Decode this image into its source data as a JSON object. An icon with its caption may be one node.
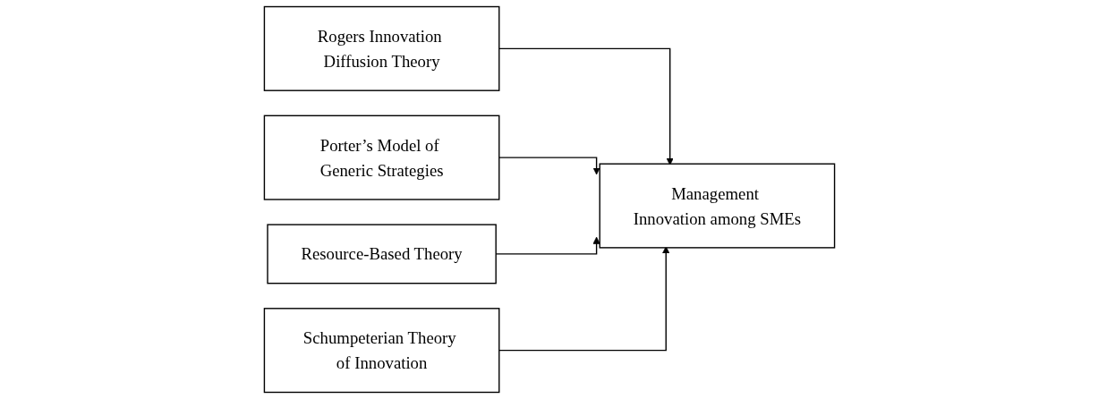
{
  "diagram": {
    "nodes": [
      {
        "text": [
          "Rogers Innovation Diffusion Theory"
        ]
      },
      {
        "text": [
          "Porter’s Model of Generic Strategies"
        ]
      },
      {
        "text": [
          "Resource-Based Theory"
        ]
      },
      {
        "text": [
          "Schumpeterian Theory of Innovation"
        ]
      },
      {
        "text": [
          "Management Innovation among SMEs"
        ]
      }
    ],
    "edges": [
      {
        "from": 0,
        "to": 4,
        "arrow": "to"
      },
      {
        "from": 1,
        "to": 4,
        "arrow": "to"
      },
      {
        "from": 2,
        "to": 4,
        "arrow": "to"
      },
      {
        "from": 3,
        "to": 4,
        "arrow": "to"
      }
    ]
  }
}
